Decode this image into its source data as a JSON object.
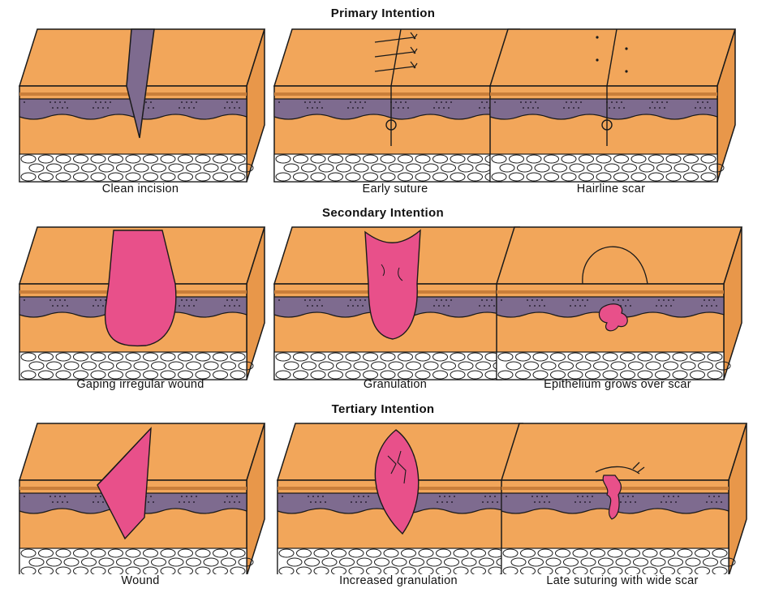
{
  "sections": [
    {
      "title": "Primary Intention",
      "panels": [
        {
          "caption": "Clean incision"
        },
        {
          "caption": "Early suture"
        },
        {
          "caption": "Hairline scar"
        }
      ]
    },
    {
      "title": "Secondary Intention",
      "panels": [
        {
          "caption": "Gaping irregular wound"
        },
        {
          "caption": "Granulation"
        },
        {
          "caption": "Epithelium grows over scar"
        }
      ]
    },
    {
      "title": "Tertiary Intention",
      "panels": [
        {
          "caption": "Wound"
        },
        {
          "caption": "Increased granulation"
        },
        {
          "caption": "Late suturing with wide scar"
        }
      ]
    }
  ],
  "colors": {
    "skin": "#F2A65A",
    "skin_dark": "#E8974A",
    "dermis": "#7E6B8F",
    "wound": "#E8508A",
    "fat": "#FFFFFF",
    "outline": "#1A1A1A"
  }
}
